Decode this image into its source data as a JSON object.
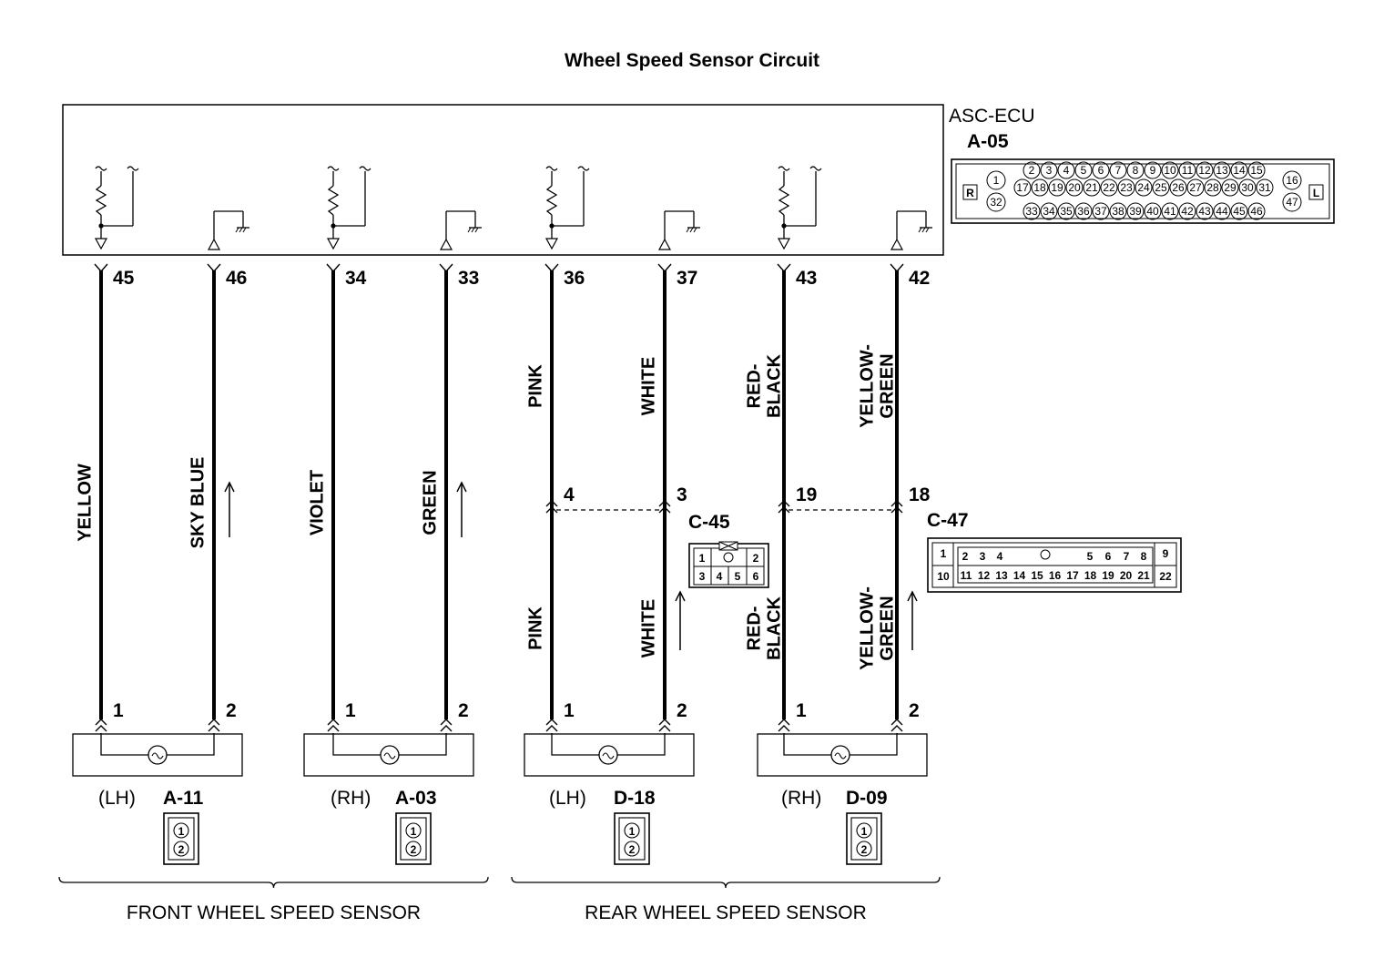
{
  "title": "Wheel Speed Sensor Circuit",
  "ecu": {
    "name": "ASC-ECU",
    "connector": "A-05",
    "side_left": "R",
    "side_right": "L",
    "pins_row1": [
      "2",
      "3",
      "4",
      "5",
      "6",
      "7",
      "8",
      "9",
      "10",
      "11",
      "12",
      "13",
      "14",
      "15"
    ],
    "pins_row2": [
      "17",
      "18",
      "19",
      "20",
      "21",
      "22",
      "23",
      "24",
      "25",
      "26",
      "27",
      "28",
      "29",
      "30",
      "31"
    ],
    "pins_row3": [
      "33",
      "34",
      "35",
      "36",
      "37",
      "38",
      "39",
      "40",
      "41",
      "42",
      "43",
      "44",
      "45",
      "46"
    ],
    "pins_left": [
      "1",
      "32"
    ],
    "pins_right": [
      "16",
      "47"
    ]
  },
  "wires": [
    {
      "ecu_pin": "45",
      "color": "YELLOW",
      "color_lower": "",
      "sensor_pin": "1",
      "arrow": false
    },
    {
      "ecu_pin": "46",
      "color": "SKY BLUE",
      "color_lower": "",
      "sensor_pin": "2",
      "arrow": true
    },
    {
      "ecu_pin": "34",
      "color": "VIOLET",
      "color_lower": "",
      "sensor_pin": "1",
      "arrow": false
    },
    {
      "ecu_pin": "33",
      "color": "GREEN",
      "color_lower": "",
      "sensor_pin": "2",
      "arrow": true
    },
    {
      "ecu_pin": "36",
      "color": "PINK",
      "color_lower": "PINK",
      "sensor_pin": "1",
      "arrow": false,
      "junction_pin": "4"
    },
    {
      "ecu_pin": "37",
      "color": "WHITE",
      "color_lower": "WHITE",
      "sensor_pin": "2",
      "arrow": true,
      "junction_pin": "3"
    },
    {
      "ecu_pin": "43",
      "color": "RED-|BLACK",
      "color_lower": "RED-|BLACK",
      "sensor_pin": "1",
      "arrow": false,
      "junction_pin": "19"
    },
    {
      "ecu_pin": "42",
      "color": "YELLOW-|GREEN",
      "color_lower": "YELLOW-|GREEN",
      "sensor_pin": "2",
      "arrow": true,
      "junction_pin": "18"
    }
  ],
  "sensors": [
    {
      "side": "(LH)",
      "connector": "A-11"
    },
    {
      "side": "(RH)",
      "connector": "A-03"
    },
    {
      "side": "(LH)",
      "connector": "D-18"
    },
    {
      "side": "(RH)",
      "connector": "D-09"
    }
  ],
  "sensor_pins": [
    "1",
    "2"
  ],
  "junctions": [
    {
      "connector": "C-45",
      "pins": [
        "1",
        "2",
        "3",
        "4",
        "5",
        "6"
      ]
    },
    {
      "connector": "C-47",
      "pins": [
        "1",
        "2",
        "3",
        "4",
        "5",
        "6",
        "7",
        "8",
        "9",
        "10",
        "11",
        "12",
        "13",
        "14",
        "15",
        "16",
        "17",
        "18",
        "19",
        "20",
        "21",
        "22"
      ]
    }
  ],
  "groups": [
    "FRONT WHEEL SPEED SENSOR",
    "REAR WHEEL SPEED SENSOR"
  ]
}
